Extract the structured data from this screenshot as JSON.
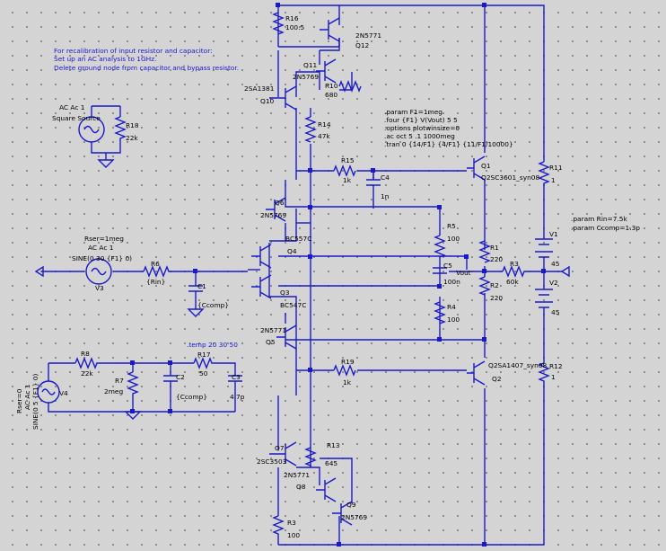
{
  "notes": {
    "recal_line1": "For recalibration of input resistor and capacitor:",
    "recal_line2": "Set up an AC analysis to 1GHz.",
    "recal_line3": "Delete ground node from capacitor and bypass resistor.",
    "temp": ".temp 20 30 50"
  },
  "directives": [
    ".param F1=1meg",
    ".four {F1} V(Vout) 5 5",
    ".options plotwinsize=0",
    ".ac oct 5 .1 1000meg",
    ".tran 0 {14/F1} {4/F1} {11/F1/10000}"
  ],
  "params": {
    "rin": ".param Rin=7.5k",
    "ccomp": ".param Ccomp=1.3p"
  },
  "labels": {
    "q12_ref": "Q12",
    "q12_val": "2N5771",
    "q11_ref": "Q11",
    "q11_val": "2N5769",
    "q10_ref": "Q10",
    "q10_val": "2SA1381",
    "r16_ref": "R16",
    "r16_val": "100.5",
    "r10_ref": "R10",
    "r10_val": "680",
    "r14_ref": "R14",
    "r14_val": "47k",
    "r15_ref": "R15",
    "r15_val": "1k",
    "c4_ref": "C4",
    "c4_val": "1n",
    "q1_ref": "Q1",
    "q1_val": "Q2SC3601_syn08",
    "r11_ref": "R11",
    "r11_val": "1",
    "q6_ref": "Q6",
    "q6_val": "2N5769",
    "r5_ref": "R5",
    "r5_val": "100",
    "r1_ref": "R1",
    "r1_val": "220",
    "v1_ref": "V1",
    "v1_val": "45",
    "q4_ref": "Q4",
    "q4_val": "BC557C",
    "q3_ref": "Q3",
    "q3_val": "BC547C",
    "c5_ref": "C5",
    "c5_val": "100n",
    "vout": "Vout",
    "r3_ref": "R3",
    "r3_val": "60k",
    "v2_ref": "V2",
    "v2_val": "45",
    "r2_ref": "R2",
    "r2_val": "220",
    "r4_ref": "R4",
    "r4_val": "100",
    "r6_ref": "R6",
    "r6_val": "{Rin}",
    "c1_ref": "C1",
    "c1_val": "{Ccomp}",
    "v3_ref": "V3",
    "v3_l1": "Rser=1meg",
    "v3_l2": "AC Ac 1",
    "v3_l3": "SINE(0 30 {F1} 0)",
    "q5_ref": "Q5",
    "q5_val": "2N5771",
    "r19_ref": "R19",
    "r19_val": "1k",
    "q2_ref": "Q2",
    "q2_val": "Q2SA1407_syn08",
    "r12_ref": "R12",
    "r12_val": "1",
    "r8_ref": "R8",
    "r8_val": "22k",
    "r7_ref": "R7",
    "r7_val": "2meg",
    "c2_ref": "C2",
    "c2_val": "{Ccomp}",
    "r17_ref": "R17",
    "r17_val": "50",
    "c3_ref": "C3",
    "c3_val": "4.7p",
    "v4_ref": "V4",
    "v4_l1": "Rser=0",
    "v4_l2": "AC Ac 1",
    "v4_l3": "SINE(0 5 {F1} 0)",
    "r18_ref": "R18",
    "r18_val": "22k",
    "sq_ref": "AC Ac 1",
    "sq_label": "Square Source",
    "q7_ref": "Q7",
    "q7_val": "2SC3503",
    "q8_ref": "Q8",
    "q8_val": "2N5771",
    "r13_ref": "R13",
    "r13_val": "645",
    "q9_ref": "Q9",
    "q9_val": "2N5769",
    "r9_ref": "R3",
    "r9_val": "100"
  }
}
